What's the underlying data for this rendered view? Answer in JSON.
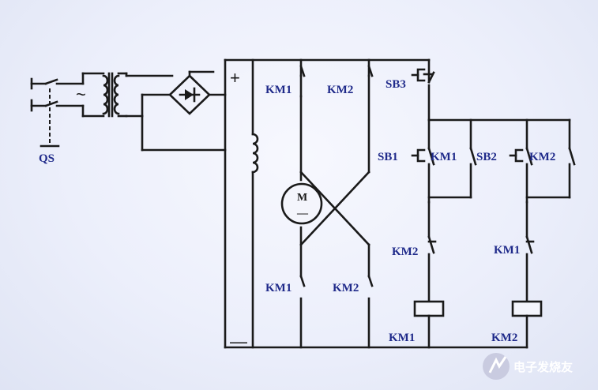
{
  "labels": {
    "qs": "QS",
    "plus": "+",
    "minus": "—",
    "tilde": "~",
    "motor_top": "M",
    "motor_bottom": "—",
    "km1_top": "KM1",
    "km2_top": "KM2",
    "km1_bottom": "KM1",
    "km2_bottom": "KM2",
    "sb3": "SB3",
    "sb1": "SB1",
    "km1_seal": "KM1",
    "sb2": "SB2",
    "km2_seal": "KM2",
    "km2_interlock": "KM2",
    "km1_interlock": "KM1",
    "km1_coil": "KM1",
    "km2_coil": "KM2"
  },
  "watermark": {
    "text": "电子发烧友"
  },
  "colors": {
    "wire": "#1a1a1a",
    "label": "#1f2a8a"
  }
}
